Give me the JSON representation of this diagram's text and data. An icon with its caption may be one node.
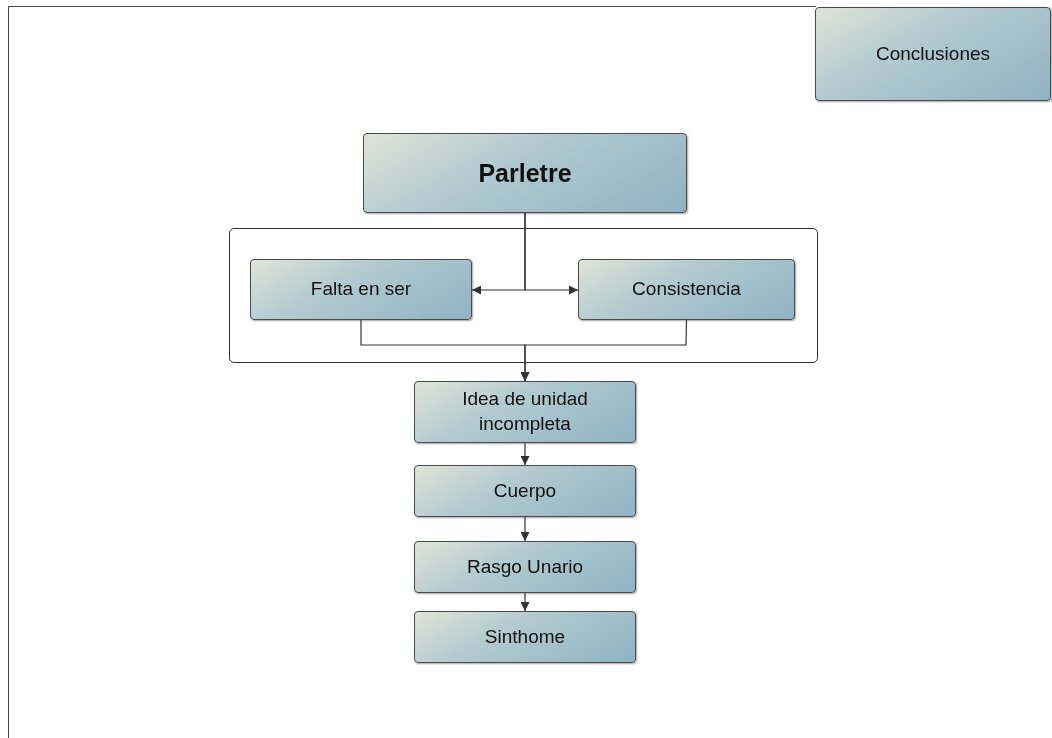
{
  "diagram": {
    "nodes": [
      {
        "text": [
          "Conclusiones"
        ]
      },
      {
        "text": [
          "Parletre"
        ]
      },
      {
        "text": [],
        "shape": "box"
      },
      {
        "text": [
          "Falta en ser"
        ],
        "in": 2
      },
      {
        "text": [
          "Consistencia"
        ],
        "in": 2
      },
      {
        "text": [
          "Idea de unidad incompleta"
        ]
      },
      {
        "text": [
          "Cuerpo"
        ]
      },
      {
        "text": [
          "Rasgo Unario"
        ]
      },
      {
        "text": [
          "Sinthome"
        ]
      }
    ],
    "edges": [
      {
        "from": 1,
        "to": 3,
        "arrow": "to"
      },
      {
        "from": 1,
        "to": 4,
        "arrow": "to"
      },
      {
        "from": 3,
        "to": 5,
        "arrow": "to"
      },
      {
        "from": 4,
        "to": 5,
        "arrow": "to"
      },
      {
        "from": 5,
        "to": 6,
        "arrow": "to"
      },
      {
        "from": 6,
        "to": 7,
        "arrow": "to"
      },
      {
        "from": 7,
        "to": 8,
        "arrow": "to"
      }
    ]
  }
}
